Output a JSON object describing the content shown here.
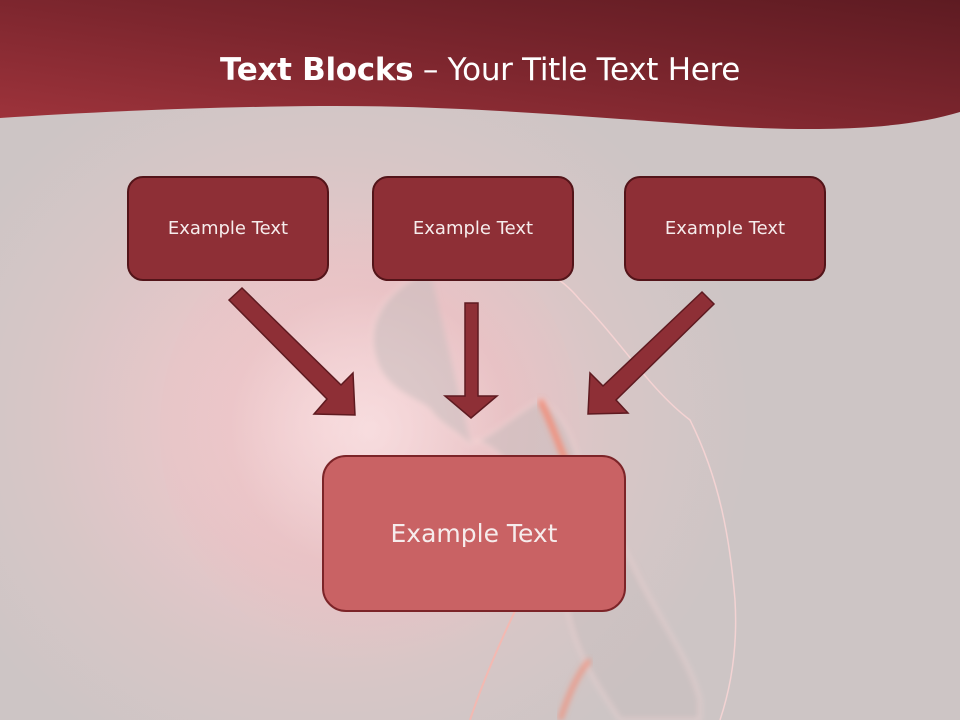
{
  "slide": {
    "title_bold": "Text Blocks",
    "title_dash": " – ",
    "title_rest": "Your Title Text Here",
    "colors": {
      "header_dark": "#5e1b22",
      "header_light": "#a0343c",
      "box_top_fill": "#8e2f36",
      "box_top_border": "#531419",
      "box_bottom_fill": "#c96264",
      "box_bottom_border": "#7c2428",
      "arrow_fill": "#8e2f36",
      "background": "#cdc5c5"
    },
    "top_boxes": [
      {
        "label": "Example Text"
      },
      {
        "label": "Example Text"
      },
      {
        "label": "Example Text"
      }
    ],
    "bottom_box": {
      "label": "Example Text"
    },
    "arrows": [
      {
        "direction": "down-right"
      },
      {
        "direction": "down"
      },
      {
        "direction": "down-left"
      }
    ]
  }
}
